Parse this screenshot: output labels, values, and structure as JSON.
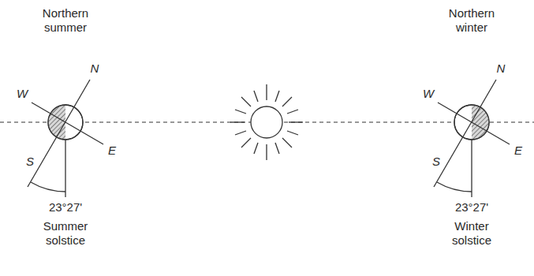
{
  "diagram": {
    "labels": [
      "Northern summer",
      "N",
      "W",
      "E",
      "S",
      "23°27'",
      "Summer solstice",
      "Northern winter",
      "N",
      "W",
      "E",
      "S",
      "23°27'",
      "Winter solstice"
    ]
  }
}
